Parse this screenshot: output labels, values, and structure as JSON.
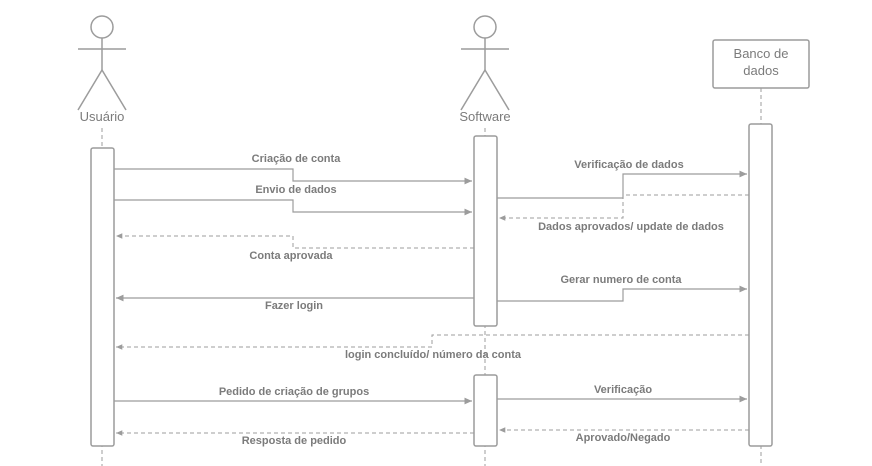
{
  "participants": {
    "usuario": "Usuário",
    "software": "Software",
    "banco": [
      "Banco de",
      "dados"
    ]
  },
  "messages": {
    "m1": "Criação de conta",
    "m2": "Envio de dados",
    "m3": "Conta aprovada",
    "m4": "Verificação de dados",
    "m5": "Dados aprovados/ update de dados",
    "m6": "Gerar numero de conta",
    "m7": "Fazer login",
    "m8": "login concluído/ número da conta",
    "m9": "Pedido de criação de grupos",
    "m10": "Resposta de pedido",
    "m11": "Verificação",
    "m12": "Aprovado/Negado"
  }
}
